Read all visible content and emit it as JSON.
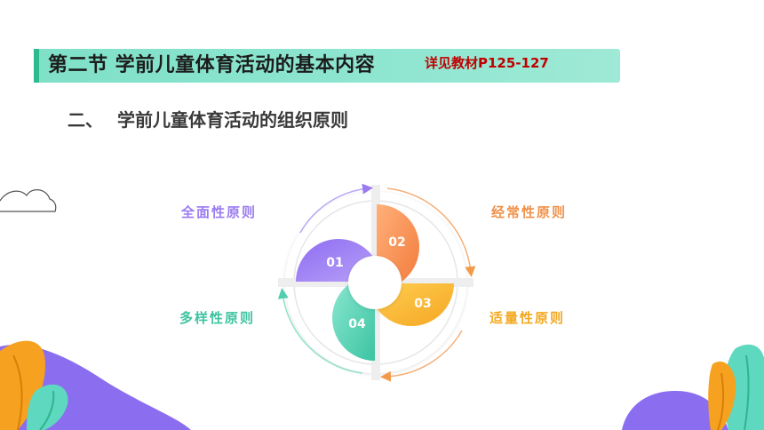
{
  "header": {
    "section_title": "第二节 学前儿童体育活动的基本内容",
    "reference": "详见教材P125-127"
  },
  "subheading": {
    "number": "二、",
    "text": "学前儿童体育活动的组织原则"
  },
  "principles": [
    {
      "number": "01",
      "label": "全面性原则",
      "color": "#9b7cf0"
    },
    {
      "number": "02",
      "label": "经常性原则",
      "color": "#f5904b"
    },
    {
      "number": "03",
      "label": "适量性原则",
      "color": "#f7b530"
    },
    {
      "number": "04",
      "label": "多样性原则",
      "color": "#4fcfb0"
    }
  ],
  "colors": {
    "header_bar": "#8fe6d0",
    "reference_text": "#c00000",
    "decor_purple": "#8b6df0",
    "decor_orange": "#f6a11f",
    "decor_teal": "#5fd8c0"
  }
}
